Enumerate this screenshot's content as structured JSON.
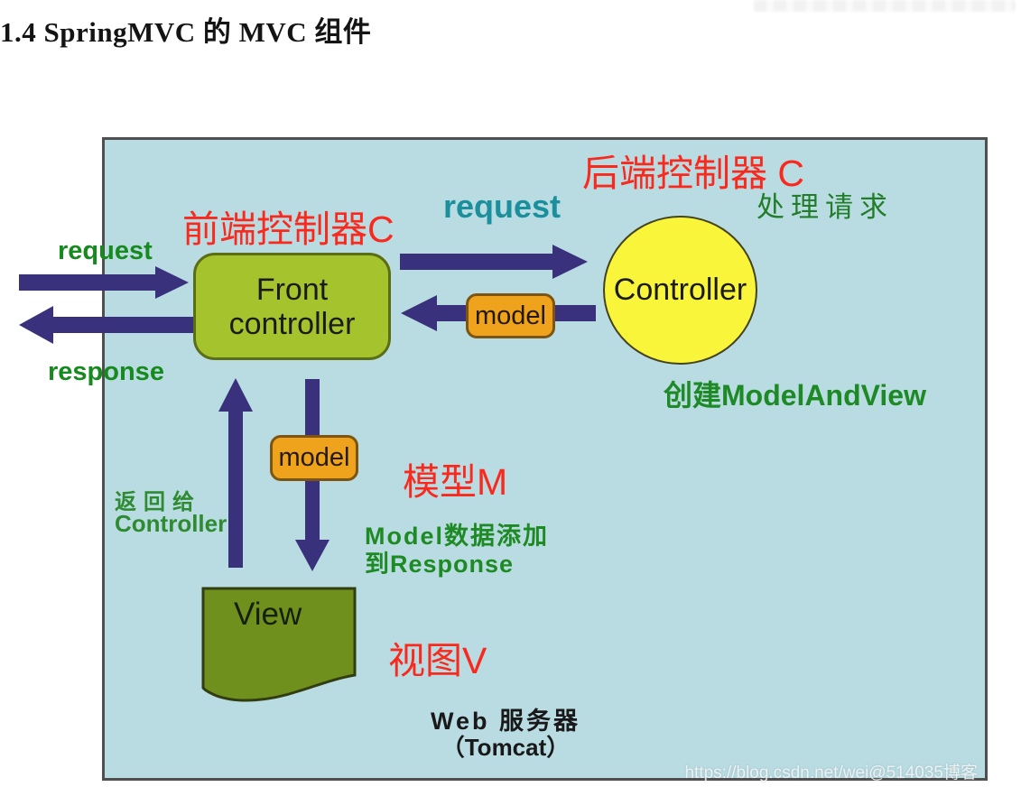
{
  "page": {
    "title": "1.4  SpringMVC 的 MVC 组件",
    "watermark": "https://blog.csdn.net/wei@514035博客"
  },
  "diagram": {
    "annotations": {
      "front_controller_cn": "前端控制器C",
      "back_controller_cn": "后端控制器 C",
      "request_top": "request",
      "request_left": "request",
      "response_left": "response",
      "handle_request": "处理请求",
      "create_model_and_view": "创建ModelAndView",
      "model_m": "模型M",
      "model_data_line1": "Model数据添加",
      "model_data_line2": "到Response",
      "return_to_line1": "返回给",
      "return_to_line2": "Controller",
      "view_v": "视图V",
      "web_server_line1": "Web 服务器",
      "web_server_line2": "（Tomcat）"
    },
    "nodes": {
      "front_controller_line1": "Front",
      "front_controller_line2": "controller",
      "controller": "Controller",
      "model_right": "model",
      "model_mid": "model",
      "view": "View"
    },
    "colors": {
      "canvas_bg": "#b9dce3",
      "frame_border": "#4f4f4f",
      "arrow_purple": "#3a317d",
      "annotation_red": "#fa291d",
      "label_green": "#178a1f",
      "request_teal": "#1b8f9c",
      "front_controller_fill": "#a5c32d",
      "controller_fill": "#f9f53b",
      "model_fill": "#efa21b",
      "view_fill": "#70901e",
      "node_text": "#1b1b1b"
    }
  }
}
